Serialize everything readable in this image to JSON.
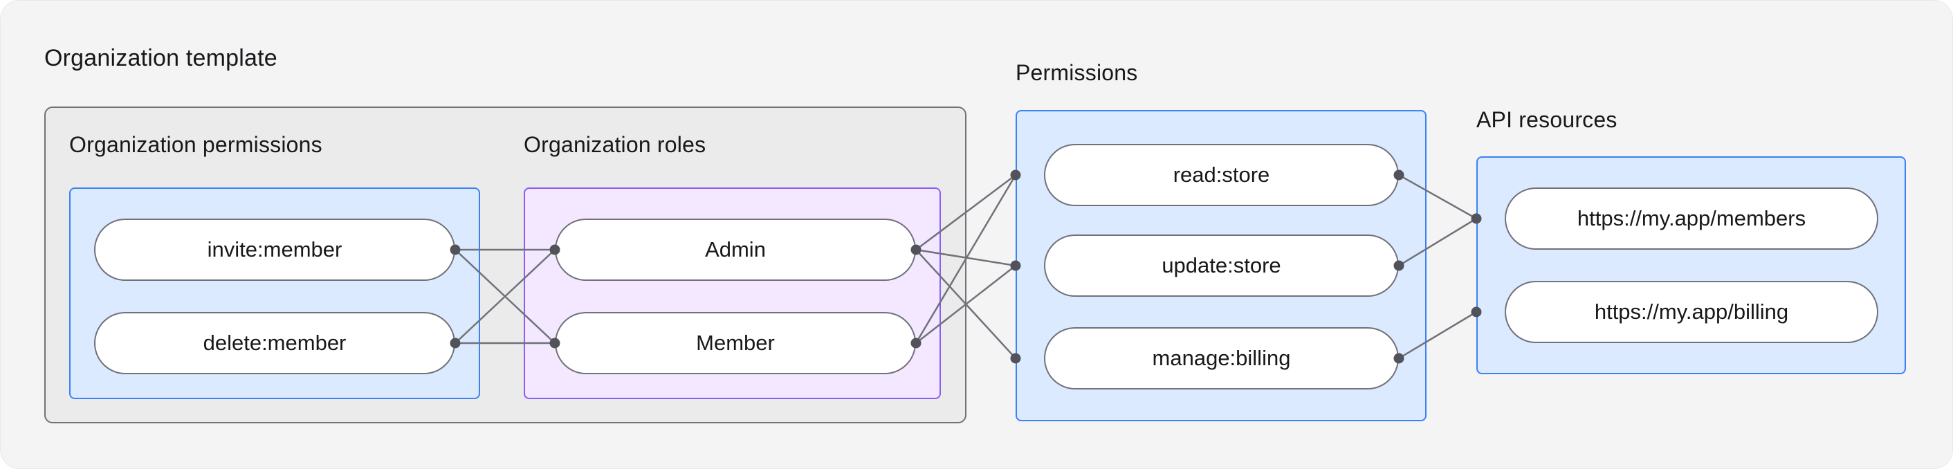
{
  "diagram": {
    "title": "Organization template",
    "groups": {
      "org_permissions": {
        "heading": "Organization permissions",
        "nodes": [
          {
            "label": "invite:member"
          },
          {
            "label": "delete:member"
          }
        ]
      },
      "org_roles": {
        "heading": "Organization roles",
        "nodes": [
          {
            "label": "Admin"
          },
          {
            "label": "Member"
          }
        ]
      },
      "permissions": {
        "heading": "Permissions",
        "nodes": [
          {
            "label": "read:store"
          },
          {
            "label": "update:store"
          },
          {
            "label": "manage:billing"
          }
        ]
      },
      "api_resources": {
        "heading": "API resources",
        "nodes": [
          {
            "label": "https://my.app/members"
          },
          {
            "label": "https://my.app/billing"
          }
        ]
      }
    },
    "edges": [
      {
        "from": "invite:member",
        "to": "Admin"
      },
      {
        "from": "invite:member",
        "to": "Member"
      },
      {
        "from": "delete:member",
        "to": "Admin"
      },
      {
        "from": "delete:member",
        "to": "Member"
      },
      {
        "from": "Admin",
        "to": "read:store"
      },
      {
        "from": "Admin",
        "to": "update:store"
      },
      {
        "from": "Admin",
        "to": "manage:billing"
      },
      {
        "from": "Member",
        "to": "read:store"
      },
      {
        "from": "Member",
        "to": "update:store"
      },
      {
        "from": "read:store",
        "to": "https://my.app/members"
      },
      {
        "from": "update:store",
        "to": "https://my.app/members"
      },
      {
        "from": "manage:billing",
        "to": "https://my.app/billing"
      }
    ],
    "colors": {
      "page_bg": "#f4f4f5",
      "container_fill": "#ebebeb",
      "container_border": "#71717a",
      "blue_fill": "#dbeafe",
      "blue_border": "#3b82f6",
      "purple_fill": "#f3e8ff",
      "purple_border": "#8b5cf6",
      "pill_fill": "#ffffff",
      "pill_border": "#71717a",
      "edge": "#71717a",
      "dot": "#52525b",
      "text": "#18181b"
    }
  }
}
